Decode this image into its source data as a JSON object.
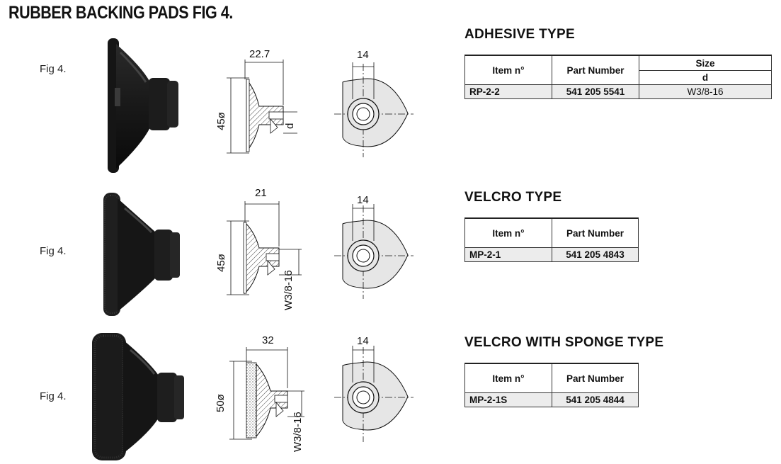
{
  "page": {
    "title": "RUBBER BACKING PADS FIG 4."
  },
  "figures": [
    {
      "fig_label": "Fig 4.",
      "dims": {
        "length": "22.7",
        "diameter": "45ø",
        "pilot": "14",
        "thread": "d"
      }
    },
    {
      "fig_label": "Fig 4.",
      "dims": {
        "length": "21",
        "diameter": "45ø",
        "pilot": "14",
        "thread": "W3/8-16"
      }
    },
    {
      "fig_label": "Fig 4.",
      "dims": {
        "length": "32",
        "diameter": "50ø",
        "pilot": "14",
        "thread": "W3/8-16"
      }
    }
  ],
  "tables": {
    "adhesive": {
      "title": "ADHESIVE TYPE",
      "headers": {
        "item": "Item n°",
        "part": "Part Number",
        "size": "Size",
        "size_sub": "d"
      },
      "rows": [
        {
          "item": "RP-2-2",
          "part": "541 205 5541",
          "size": "W3/8-16"
        }
      ]
    },
    "velcro": {
      "title": "VELCRO TYPE",
      "headers": {
        "item": "Item n°",
        "part": "Part Number"
      },
      "rows": [
        {
          "item": "MP-2-1",
          "part": "541 205 4843"
        }
      ]
    },
    "velcro_sponge": {
      "title": "VELCRO WITH SPONGE TYPE",
      "headers": {
        "item": "Item n°",
        "part": "Part Number"
      },
      "rows": [
        {
          "item": "MP-2-1S",
          "part": "541 205 4844"
        }
      ]
    }
  }
}
